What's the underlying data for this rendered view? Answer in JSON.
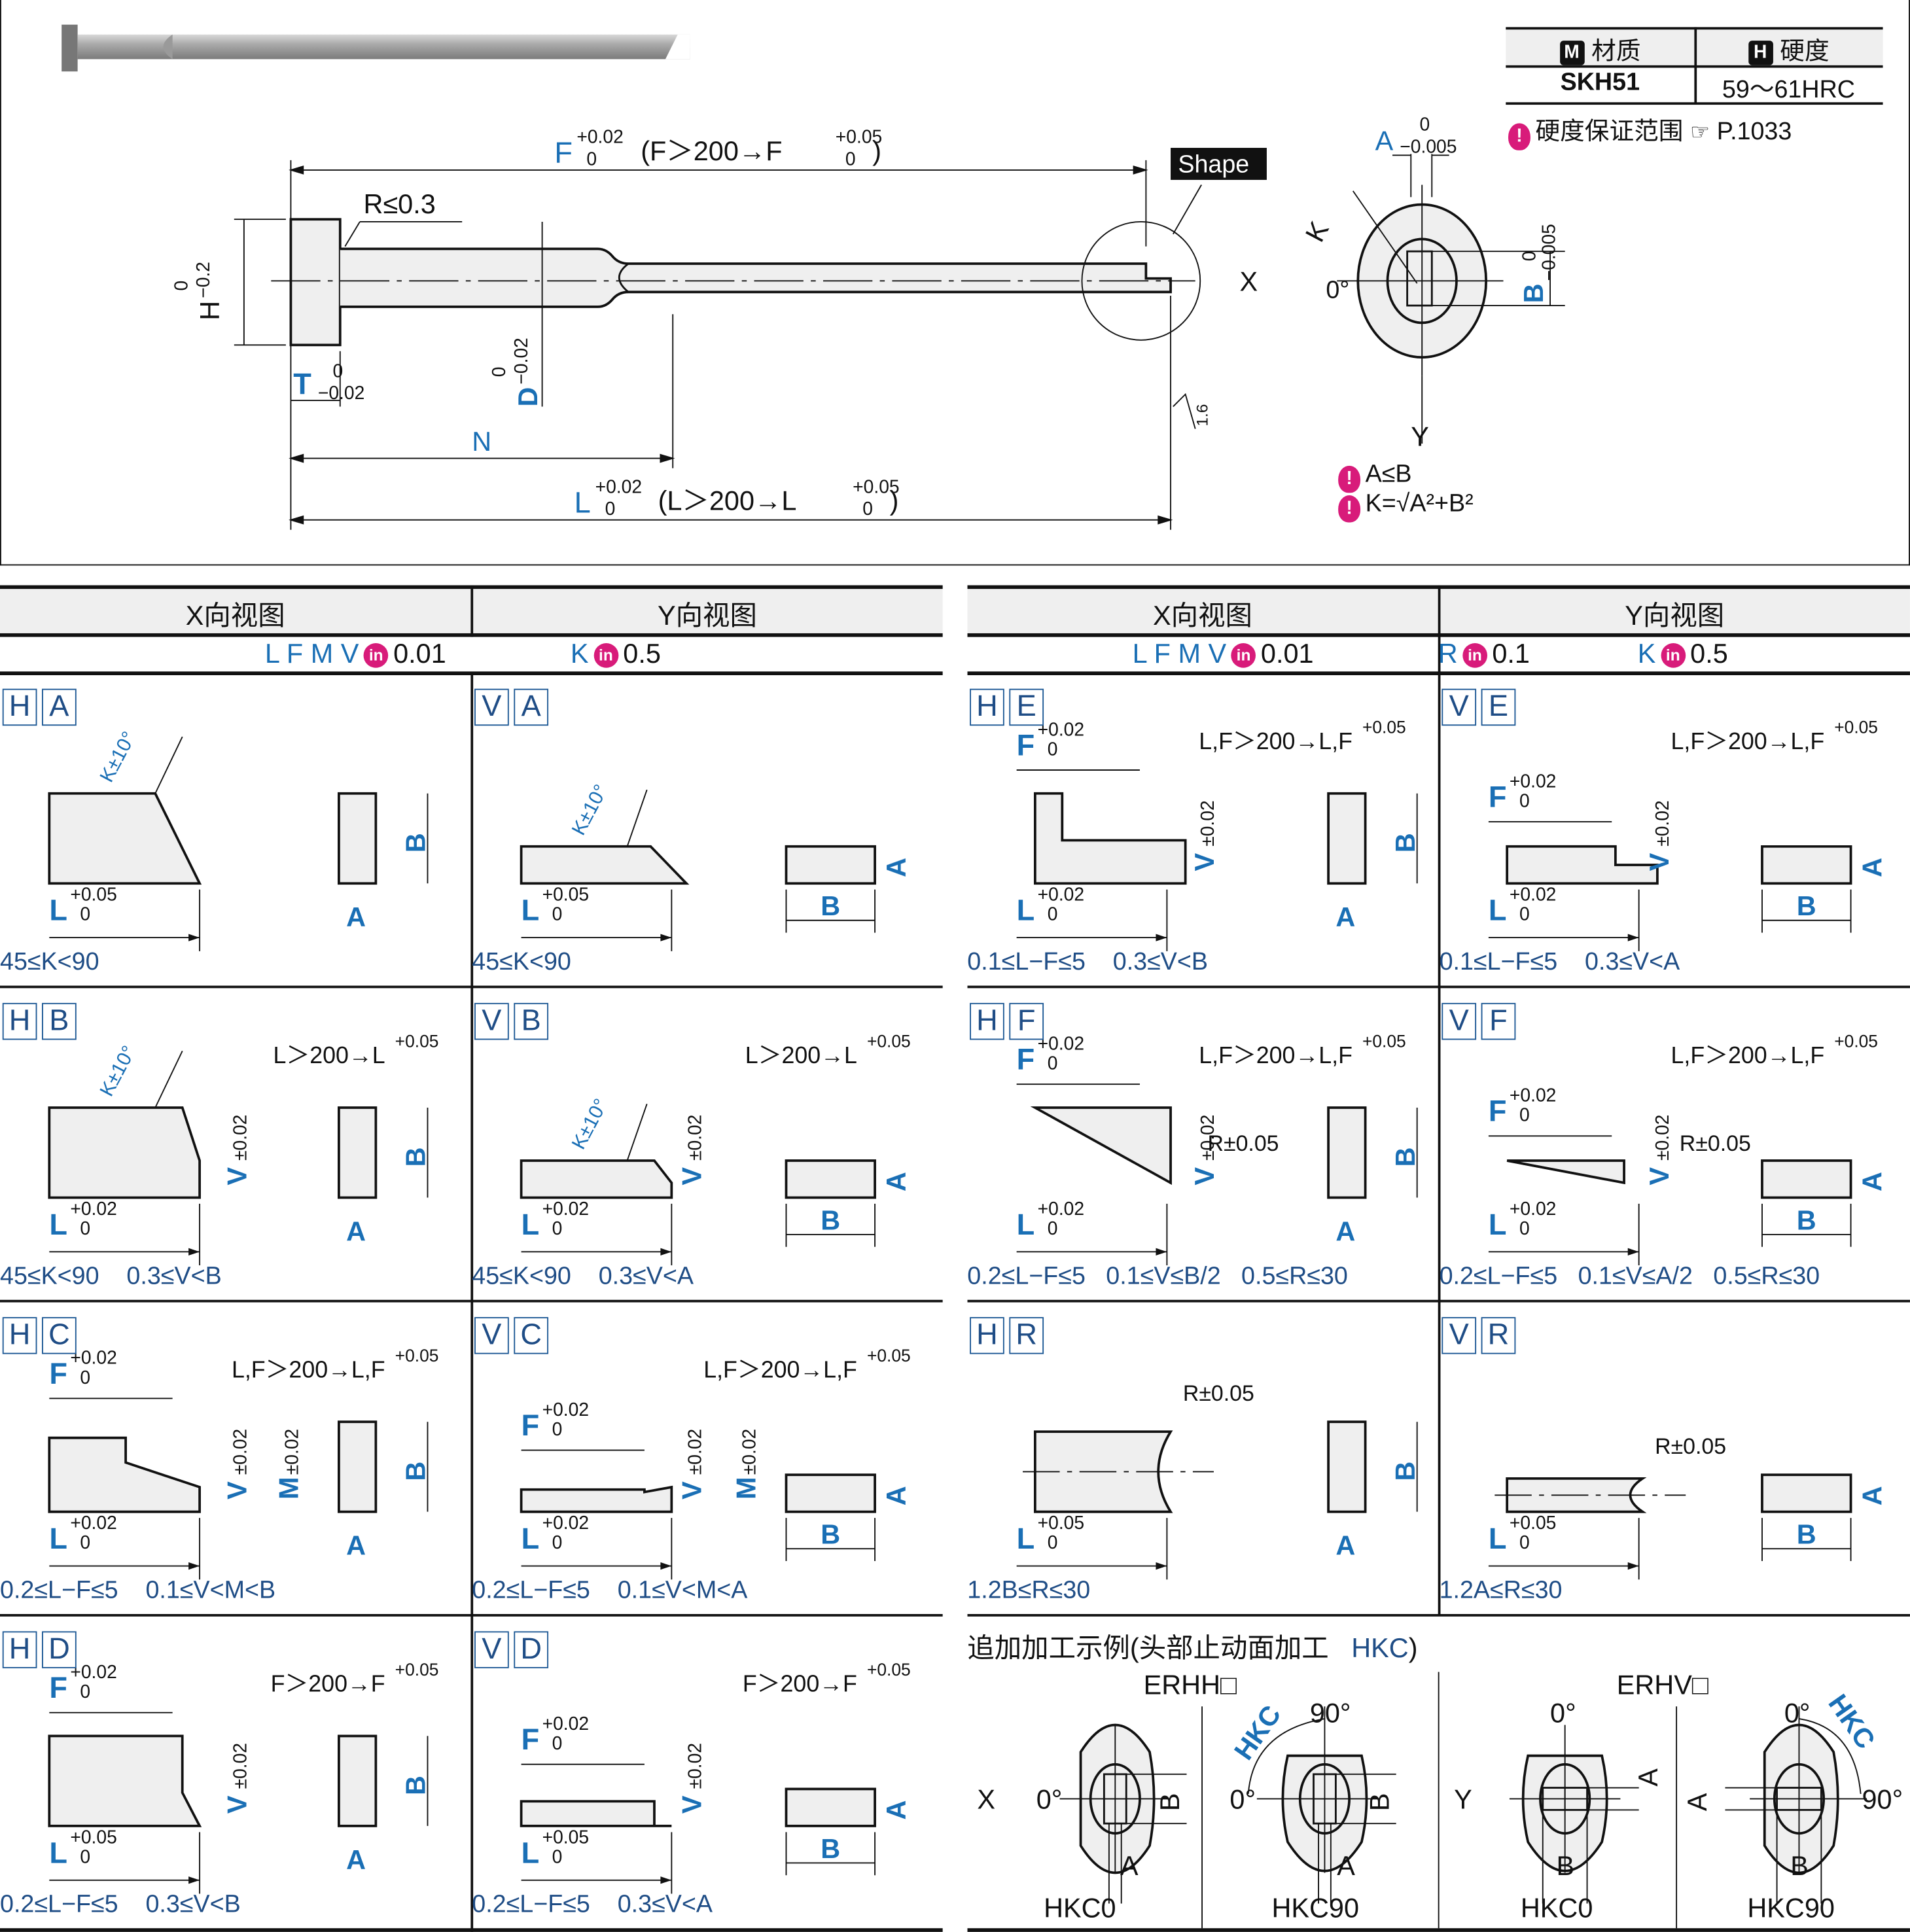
{
  "spec_table": {
    "material_header": "材质",
    "material_badge": "M",
    "hardness_header": "硬度",
    "hardness_badge": "H",
    "material_value": "SKH51",
    "hardness_value": "59～61HRC",
    "note": "硬度保证范围",
    "page_ref": "P.1033"
  },
  "main_drawing": {
    "F_label": "F",
    "F_tol_upper": "+0.02",
    "F_tol_lower": "0",
    "F_note": "(F＞200→F",
    "F_note_tol_upper": "+0.05",
    "F_note_tol_lower": "0",
    "F_note_close": ")",
    "R_note": "R≤0.3",
    "shape_tag": "Shape",
    "H_label": "H",
    "H_tol": "−0.2",
    "H_tol_zero": "0",
    "T_label": "T",
    "T_tol_upper": "0",
    "T_tol_lower": "−0.02",
    "D_label": "D",
    "D_tol": "−0.02",
    "D_tol_zero": "0",
    "N_label": "N",
    "L_label": "L",
    "L_tol_upper": "+0.02",
    "L_tol_lower": "0",
    "L_note": "(L＞200→L",
    "L_note_tol_upper": "+0.05",
    "L_note_tol_lower": "0",
    "L_note_close": ")",
    "roughness": "1.6",
    "A_label": "A",
    "A_tol_upper": "0",
    "A_tol_lower": "−0.005",
    "B_label": "B",
    "B_tol_upper": "0",
    "B_tol_lower": "−0.005",
    "K_label": "K",
    "X_label": "X",
    "Y_label": "Y",
    "zero_deg": "0°",
    "note1": "A≤B",
    "note2": "K=√A²+B²"
  },
  "left_table": {
    "headers": [
      "X向视图",
      "Y向视图"
    ],
    "increments": [
      {
        "vars": "L F M V",
        "step": "0.01"
      },
      {
        "vars": "K",
        "step": "0.5"
      }
    ],
    "in_badge": "in"
  },
  "right_table": {
    "headers": [
      "X向视图",
      "Y向视图"
    ],
    "increments": [
      {
        "vars": "L F M V",
        "step": "0.01"
      },
      {
        "vars": "R",
        "step": "0.1"
      },
      {
        "vars": "K",
        "step": "0.5"
      }
    ],
    "in_badge": "in"
  },
  "cells": {
    "HA": {
      "code": [
        "H",
        "A"
      ],
      "L_tol": "+0.05",
      "cond": "45≤K<90",
      "K_tol": "K±10°"
    },
    "VA": {
      "code": [
        "V",
        "A"
      ],
      "L_tol": "+0.05",
      "cond": "45≤K<90",
      "K_tol": "K±10°"
    },
    "HB": {
      "code": [
        "H",
        "B"
      ],
      "L_tol": "+0.02",
      "note": "L＞200→L",
      "note_tol": "+0.05",
      "cond": "45≤K<90    0.3≤V<B",
      "K_tol": "K±10°"
    },
    "VB": {
      "code": [
        "V",
        "B"
      ],
      "L_tol": "+0.02",
      "note": "L＞200→L",
      "note_tol": "+0.05",
      "cond": "45≤K<90    0.3≤V<A",
      "K_tol": "K±10°"
    },
    "HC": {
      "code": [
        "H",
        "C"
      ],
      "L_tol": "+0.02",
      "note": "L,F＞200→L,F",
      "note_tol": "+0.05",
      "cond": "0.2≤L−F≤5    0.1≤V<M<B"
    },
    "VC": {
      "code": [
        "V",
        "C"
      ],
      "L_tol": "+0.02",
      "note": "L,F＞200→L,F",
      "note_tol": "+0.05",
      "cond": "0.2≤L−F≤5    0.1≤V<M<A"
    },
    "HD": {
      "code": [
        "H",
        "D"
      ],
      "L_tol": "+0.05",
      "note": "F＞200→F",
      "note_tol": "+0.05",
      "cond": "0.2≤L−F≤5    0.3≤V<B"
    },
    "VD": {
      "code": [
        "V",
        "D"
      ],
      "L_tol": "+0.05",
      "note": "F＞200→F",
      "note_tol": "+0.05",
      "cond": "0.2≤L−F≤5    0.3≤V<A"
    },
    "HE": {
      "code": [
        "H",
        "E"
      ],
      "L_tol": "+0.02",
      "note": "L,F＞200→L,F",
      "note_tol": "+0.05",
      "cond": "0.1≤L−F≤5    0.3≤V<B"
    },
    "VE": {
      "code": [
        "V",
        "E"
      ],
      "L_tol": "+0.02",
      "note": "L,F＞200→L,F",
      "note_tol": "+0.05",
      "cond": "0.1≤L−F≤5    0.3≤V<A"
    },
    "HF": {
      "code": [
        "H",
        "F"
      ],
      "L_tol": "+0.02",
      "note": "L,F＞200→L,F",
      "note_tol": "+0.05",
      "cond": "0.2≤L−F≤5   0.1≤V≤B/2   0.5≤R≤30",
      "R_tol": "R±0.05"
    },
    "VF": {
      "code": [
        "V",
        "F"
      ],
      "L_tol": "+0.02",
      "note": "L,F＞200→L,F",
      "note_tol": "+0.05",
      "cond": "0.2≤L−F≤5   0.1≤V≤A/2   0.5≤R≤30",
      "R_tol": "R±0.05"
    },
    "HR": {
      "code": [
        "H",
        "R"
      ],
      "L_tol": "+0.05",
      "cond": "1.2B≤R≤30",
      "R_tol": "R±0.05"
    },
    "VR": {
      "code": [
        "V",
        "R"
      ],
      "L_tol": "+0.05",
      "cond": "1.2A≤R≤30",
      "R_tol": "R±0.05"
    }
  },
  "common": {
    "F_tol": "+0.02",
    "zero": "0",
    "V_tol": "±0.02",
    "M_tol": "±0.02",
    "L": "L",
    "F": "F",
    "V": "V",
    "M": "M",
    "A": "A",
    "B": "B"
  },
  "hkc": {
    "title": "追加加工示例(头部止动面加工",
    "title_code": "HKC",
    "title_close": ")",
    "groups": [
      {
        "name": "ERHH□",
        "variants": [
          "HKC0",
          "HKC90"
        ]
      },
      {
        "name": "ERHV□",
        "variants": [
          "HKC0",
          "HKC90"
        ]
      }
    ],
    "deg0": "0°",
    "deg90": "90°",
    "X": "X",
    "Y": "Y",
    "HKC": "HKC",
    "A": "A",
    "B": "B"
  },
  "colors": {
    "blue": "#1a6fb5",
    "navy": "#1f4d86",
    "pink": "#d81b7a",
    "fill": "#efefef"
  }
}
